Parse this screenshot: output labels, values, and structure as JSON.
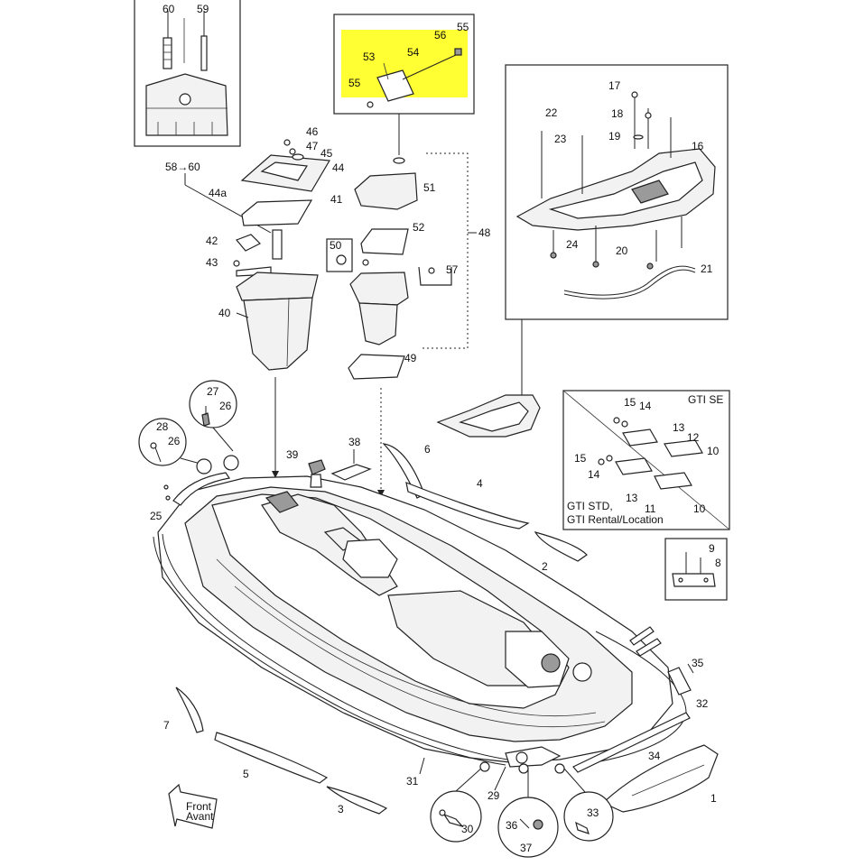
{
  "diagram": {
    "parts": {
      "p1": "1",
      "p2": "2",
      "p3": "3",
      "p4": "4",
      "p5": "5",
      "p6": "6",
      "p7": "7",
      "p8": "8",
      "p9": "9",
      "p10a": "10",
      "p10b": "10",
      "p11": "11",
      "p12": "12",
      "p13a": "13",
      "p13b": "13",
      "p14a": "14",
      "p14b": "14",
      "p15a": "15",
      "p15b": "15",
      "p16": "16",
      "p17": "17",
      "p18": "18",
      "p19": "19",
      "p20": "20",
      "p21": "21",
      "p22": "22",
      "p23": "23",
      "p24": "24",
      "p25": "25",
      "p26a": "26",
      "p26b": "26",
      "p27": "27",
      "p28": "28",
      "p29": "29",
      "p30": "30",
      "p31": "31",
      "p32": "32",
      "p33": "33",
      "p34": "34",
      "p35": "35",
      "p36": "36",
      "p37": "37",
      "p38": "38",
      "p39": "39",
      "p40": "40",
      "p41": "41",
      "p42": "42",
      "p43": "43",
      "p44": "44",
      "p44a": "44a",
      "p45": "45",
      "p46": "46",
      "p47": "47",
      "p48": "48",
      "p49": "49",
      "p50": "50",
      "p51": "51",
      "p52": "52",
      "p53": "53",
      "p54": "54",
      "p55a": "55",
      "p55b": "55",
      "p56": "56",
      "p57": "57",
      "p58_60": "58→60",
      "p59": "59",
      "p60": "60"
    },
    "variant_labels": {
      "gti_se": "GTI SE",
      "gti_std": "GTI STD,",
      "gti_rental": "GTI Rental/Location"
    },
    "front_arrow": {
      "line1": "Front",
      "line2": "Avant"
    },
    "highlight_color": "#ffff33"
  }
}
